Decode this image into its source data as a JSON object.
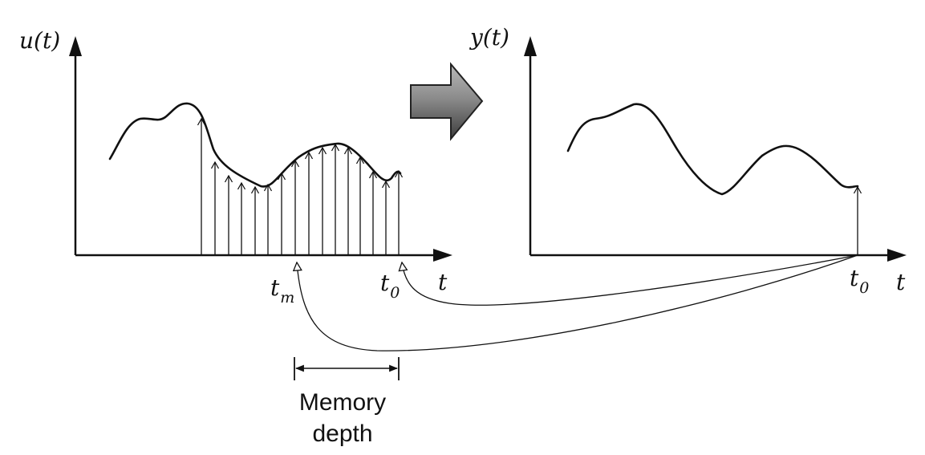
{
  "left_plot": {
    "y_axis_label": "u(t)",
    "x_axis_label": "t",
    "marker_tm_main": "t",
    "marker_tm_sub": "m",
    "marker_t0_main": "t",
    "marker_t0_sub": "0"
  },
  "right_plot": {
    "y_axis_label": "y(t)",
    "x_axis_label": "t",
    "marker_t0_main": "t",
    "marker_t0_sub": "0"
  },
  "memory_depth": {
    "line1": "Memory",
    "line2": "depth"
  },
  "colors": {
    "ink": "#111111",
    "arrow_light": "#9a9a9a",
    "arrow_dark": "#4a4a4a"
  },
  "icons": {
    "transform_arrow": "right-arrow-icon"
  }
}
